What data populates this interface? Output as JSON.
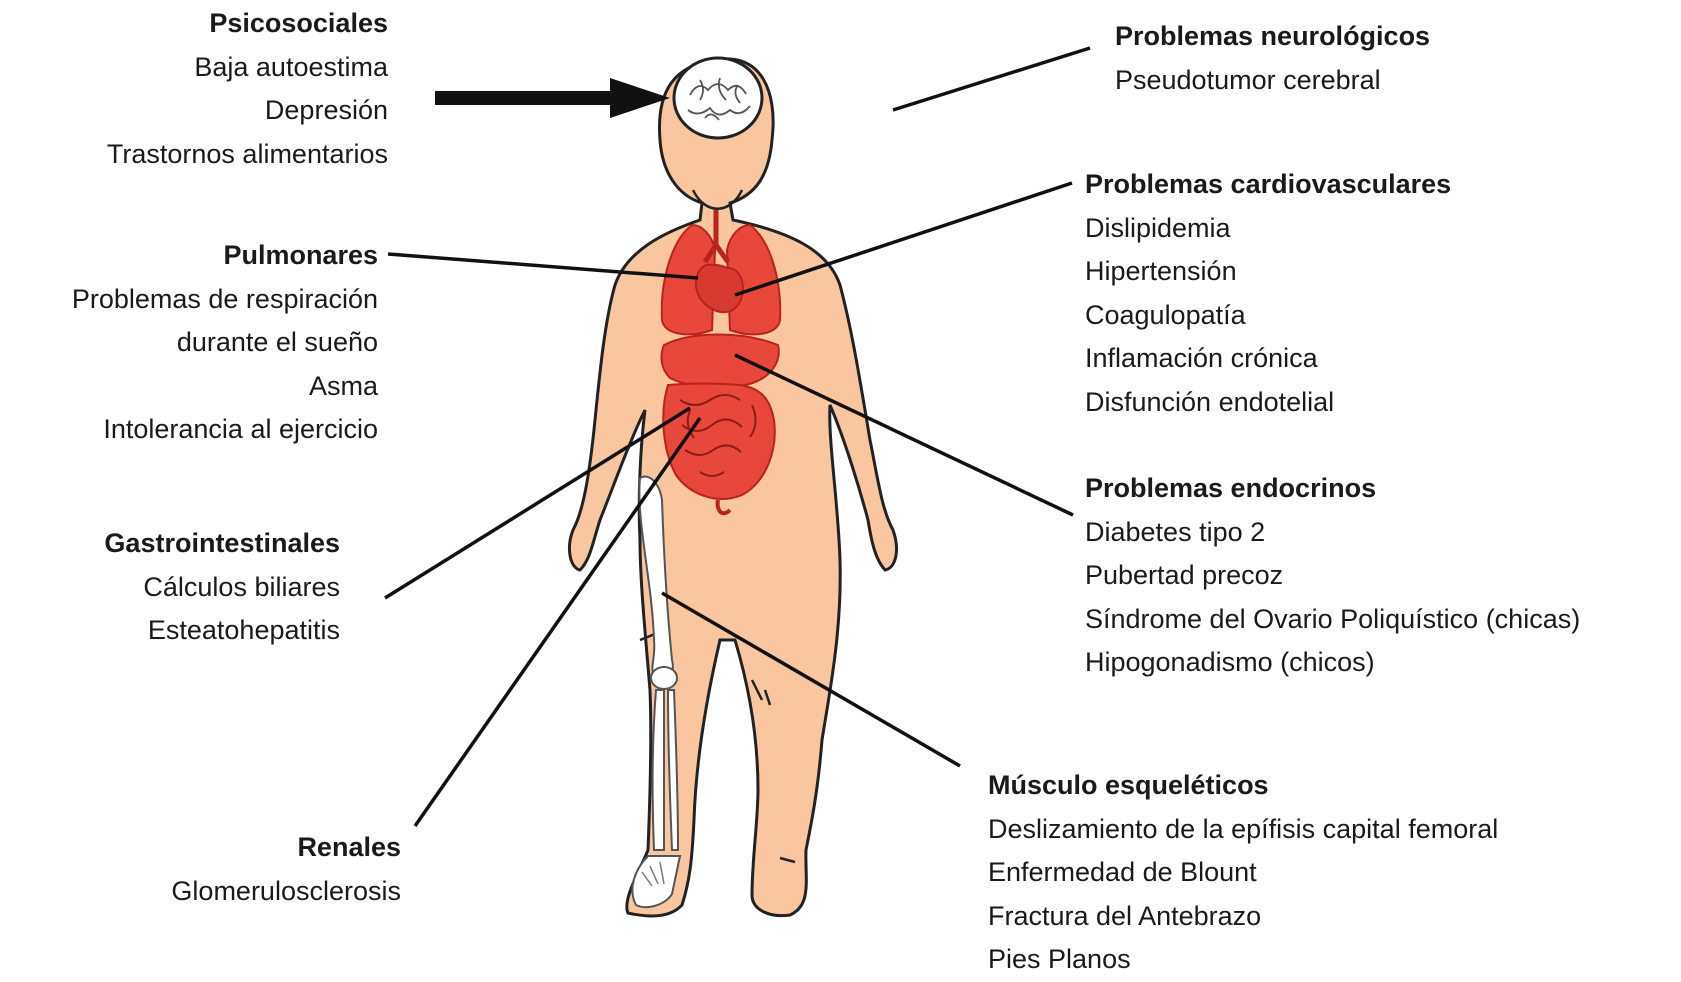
{
  "colors": {
    "skin": "#f9c6a0",
    "skin_outline": "#222222",
    "organ": "#e8473c",
    "organ_dark": "#b8231c",
    "bone": "#ffffff",
    "line": "#111111"
  },
  "groups": [
    {
      "id": "psico",
      "title": "Psicosociales",
      "items": [
        "Baja autoestima",
        "Depresión",
        "Trastornos alimentarios"
      ]
    },
    {
      "id": "pulmo",
      "title": "Pulmonares",
      "items": [
        "Problemas de respiración",
        "durante el sueño",
        "Asma",
        "Intolerancia al ejercicio"
      ]
    },
    {
      "id": "gastro",
      "title": "Gastrointestinales",
      "items": [
        "Cálculos biliares",
        "Esteatohepatitis"
      ]
    },
    {
      "id": "renal",
      "title": "Renales",
      "items": [
        "Glomerulosclerosis"
      ]
    },
    {
      "id": "neuro",
      "title": "Problemas neurológicos",
      "items": [
        "Pseudotumor cerebral"
      ]
    },
    {
      "id": "cardio",
      "title": "Problemas cardiovasculares",
      "items": [
        "Dislipidemia",
        "Hipertensión",
        "Coagulopatía",
        "Inflamación crónica",
        "Disfunción endotelial"
      ]
    },
    {
      "id": "endo",
      "title": "Problemas endocrinos",
      "items": [
        "Diabetes tipo 2",
        "Pubertad precoz",
        "Síndrome del Ovario Poliquístico (chicas)",
        "Hipogonadismo (chicos)"
      ]
    },
    {
      "id": "musc",
      "title": "Músculo esqueléticos",
      "items": [
        "Deslizamiento de la epífisis capital femoral",
        "Enfermedad de Blount",
        "Fractura del Antebrazo",
        "Pies Planos"
      ]
    }
  ]
}
